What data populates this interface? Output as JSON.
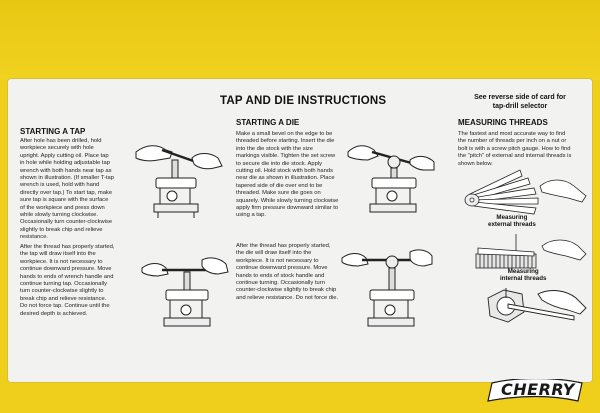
{
  "main_title": "TAP AND DIE INSTRUCTIONS",
  "reverse_note": "See reverse side of card for\ntap-drill selector",
  "sections": {
    "starting_tap": {
      "title": "STARTING A TAP",
      "step1": "After hole has been drilled, hold\nworkpiece securely with hole\nupright. Apply cutting oil. Place tap\nin hole while holding adjustable tap\nwrench with both hands near tap as\nshown in illustration. (If smaller T-tap\nwrench is used, hold with hand\ndirectly over tap.) To start tap, make\nsure tap is square with the surface\nof the workpiece and press down\nwhile slowly turning clockwise.\nOccasionally turn counter-clockwise\nslightly to break chip and relieve\nresistance.",
      "step2": "After the thread has properly started,\nthe tap will draw itself into the\nworkpiece. It is not necessary to\ncontinue downward pressure. Move\nhands to ends of wrench handle and\ncontinue turning tap. Occasionally\nturn counter-clockwise slightly to\nbreak chip and relieve resistance.\nDo not force tap. Continue until the\ndesired depth is achieved."
    },
    "starting_die": {
      "title": "STARTING A DIE",
      "step1": "Make a small bevel on the edge to be\nthreaded before starting. Insert the die\ninto the die stock with the size\nmarkings visible. Tighten the set screw\nto secure die into die stock. Apply\ncutting oil. Hold stock with both hands\nnear die as shown in illustration. Place\ntapered side of die over end to be\nthreaded. Make sure die goes on\nsquarely. While slowly turning clockwise\napply firm pressure downward similar to\nusing a tap.",
      "step2": "After the thread has properly started,\nthe die will draw itself into the\nworkpiece. It is not necessary to\ncontinue downward pressure. Move\nhands to ends of stock handle and\ncontinue turning. Occasionally turn\ncounter-clockwise slightly to break chip\nand relieve resistance. Do not force die."
    },
    "measuring": {
      "title": "MEASURING THREADS",
      "body": "The fastest and most accurate way to find\nthe number of threads per inch on a nut or\nbolt is with a screw pitch gauge. How to find\nthe \"pitch\" of external and internal threads is\nshown below.",
      "external_label": "Measuring\nexternal threads",
      "internal_label": "Measuring\ninternal threads"
    }
  },
  "brand": "CHERRY",
  "colors": {
    "background": "#efcf1c",
    "card": "#f2f2f0",
    "ink": "#111111"
  }
}
